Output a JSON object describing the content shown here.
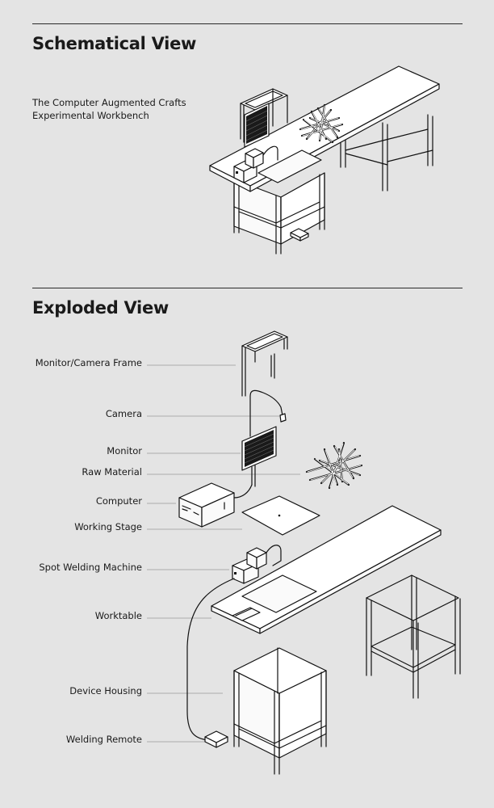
{
  "schematic": {
    "title": "Schematical View",
    "subtitle_lines": [
      "The Computer Augmented Crafts",
      "Experimental Workbench"
    ]
  },
  "exploded": {
    "title": "Exploded View",
    "labels": [
      "Monitor/Camera Frame",
      "Camera",
      "Monitor",
      "Raw Material",
      "Computer",
      "Working Stage",
      "Spot Welding Machine",
      "Worktable",
      "Device Housing",
      "Welding Remote"
    ]
  }
}
